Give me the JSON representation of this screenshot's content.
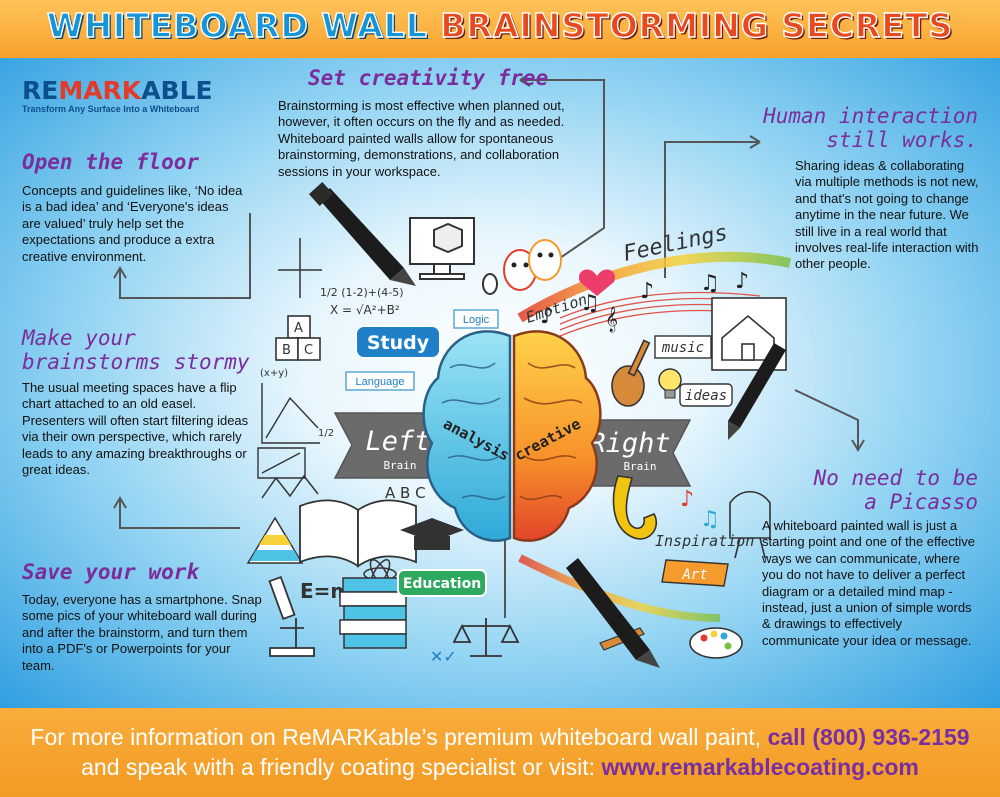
{
  "header": {
    "title_part1": "WHITEBOARD WALL",
    "title_part2": "BRAINSTORMING SECRETS"
  },
  "logo": {
    "prefix": "RE",
    "big": "MARK",
    "suffix": "ABLE",
    "tagline": "Transform Any Surface Into a Whiteboard"
  },
  "sections": {
    "set_creativity_free": {
      "title": "Set creativity free",
      "body": "Brainstorming is most effective when planned out, however, it often occurs on the fly and as needed. Whiteboard painted walls allow for spontaneous brainstorming, demonstrations, and collaboration sessions in your workspace."
    },
    "human_interaction": {
      "title_line1": "Human interaction",
      "title_line2": "still works.",
      "body": "Sharing ideas & collaborating via multiple methods is not new, and that's not going to change anytime in the near future. We still live in a real world that involves real-life interaction with other people."
    },
    "open_the_floor": {
      "title": "Open the floor",
      "body": "Concepts and guidelines like, ‘No idea is a bad idea’ and ‘Everyone's ideas are valued’ truly help set the expectations and produce a extra creative environment."
    },
    "make_stormy": {
      "title_line1": "Make your",
      "title_line2": "brainstorms stormy",
      "body": "The usual meeting spaces have a flip chart attached to an old easel. Presenters will often start filtering ideas via their own perspective, which rarely leads to any amazing breakthroughs or great ideas."
    },
    "save_your_work": {
      "title": "Save your work",
      "body": "Today, everyone has a smartphone. Snap some pics of your whiteboard wall during and after the brainstorm, and turn them into a PDF's or Powerpoints for your team."
    },
    "no_picasso": {
      "title_line1": "No need to be",
      "title_line2": "a Picasso",
      "body": "A whiteboard painted wall is just a starting point and one of the effective ways we can communicate, where you do not have to deliver a perfect diagram or a detailed mind map - instead, just a union of simple words & drawings to effectively communicate your idea or message."
    }
  },
  "illustration": {
    "left_label": "Left",
    "left_sub": "Brain",
    "right_label": "Right",
    "right_sub": "Brain",
    "analysis": "analysis",
    "creative": "creative",
    "study": "Study",
    "logic": "Logic",
    "language": "Language",
    "education": "Education",
    "feelings": "Feelings",
    "emotion": "Emotion",
    "music": "music",
    "ideas": "ideas",
    "inspiration": "Inspiration",
    "art": "Art",
    "formula_top": "1/2 (1-2)+(4-5)",
    "formula_sqrt": "X = √A²+B²",
    "emc2": "E=mc²",
    "xy": "(x+y)",
    "abc": "A B C",
    "half": "1/2",
    "colors": {
      "left_brain": "#4ec3e6",
      "right_brain": "#f59a2c",
      "banner": "#6d6d6d",
      "accent": "#7b2d9c"
    }
  },
  "footer": {
    "line1_text": "For more information on ReMARKable’s premium whiteboard wall paint,",
    "line1_highlight": "call (800) 936-2159",
    "line2_text": "and speak with a friendly coating specialist or visit:",
    "line2_highlight": "www.remarkablecoating.com"
  }
}
